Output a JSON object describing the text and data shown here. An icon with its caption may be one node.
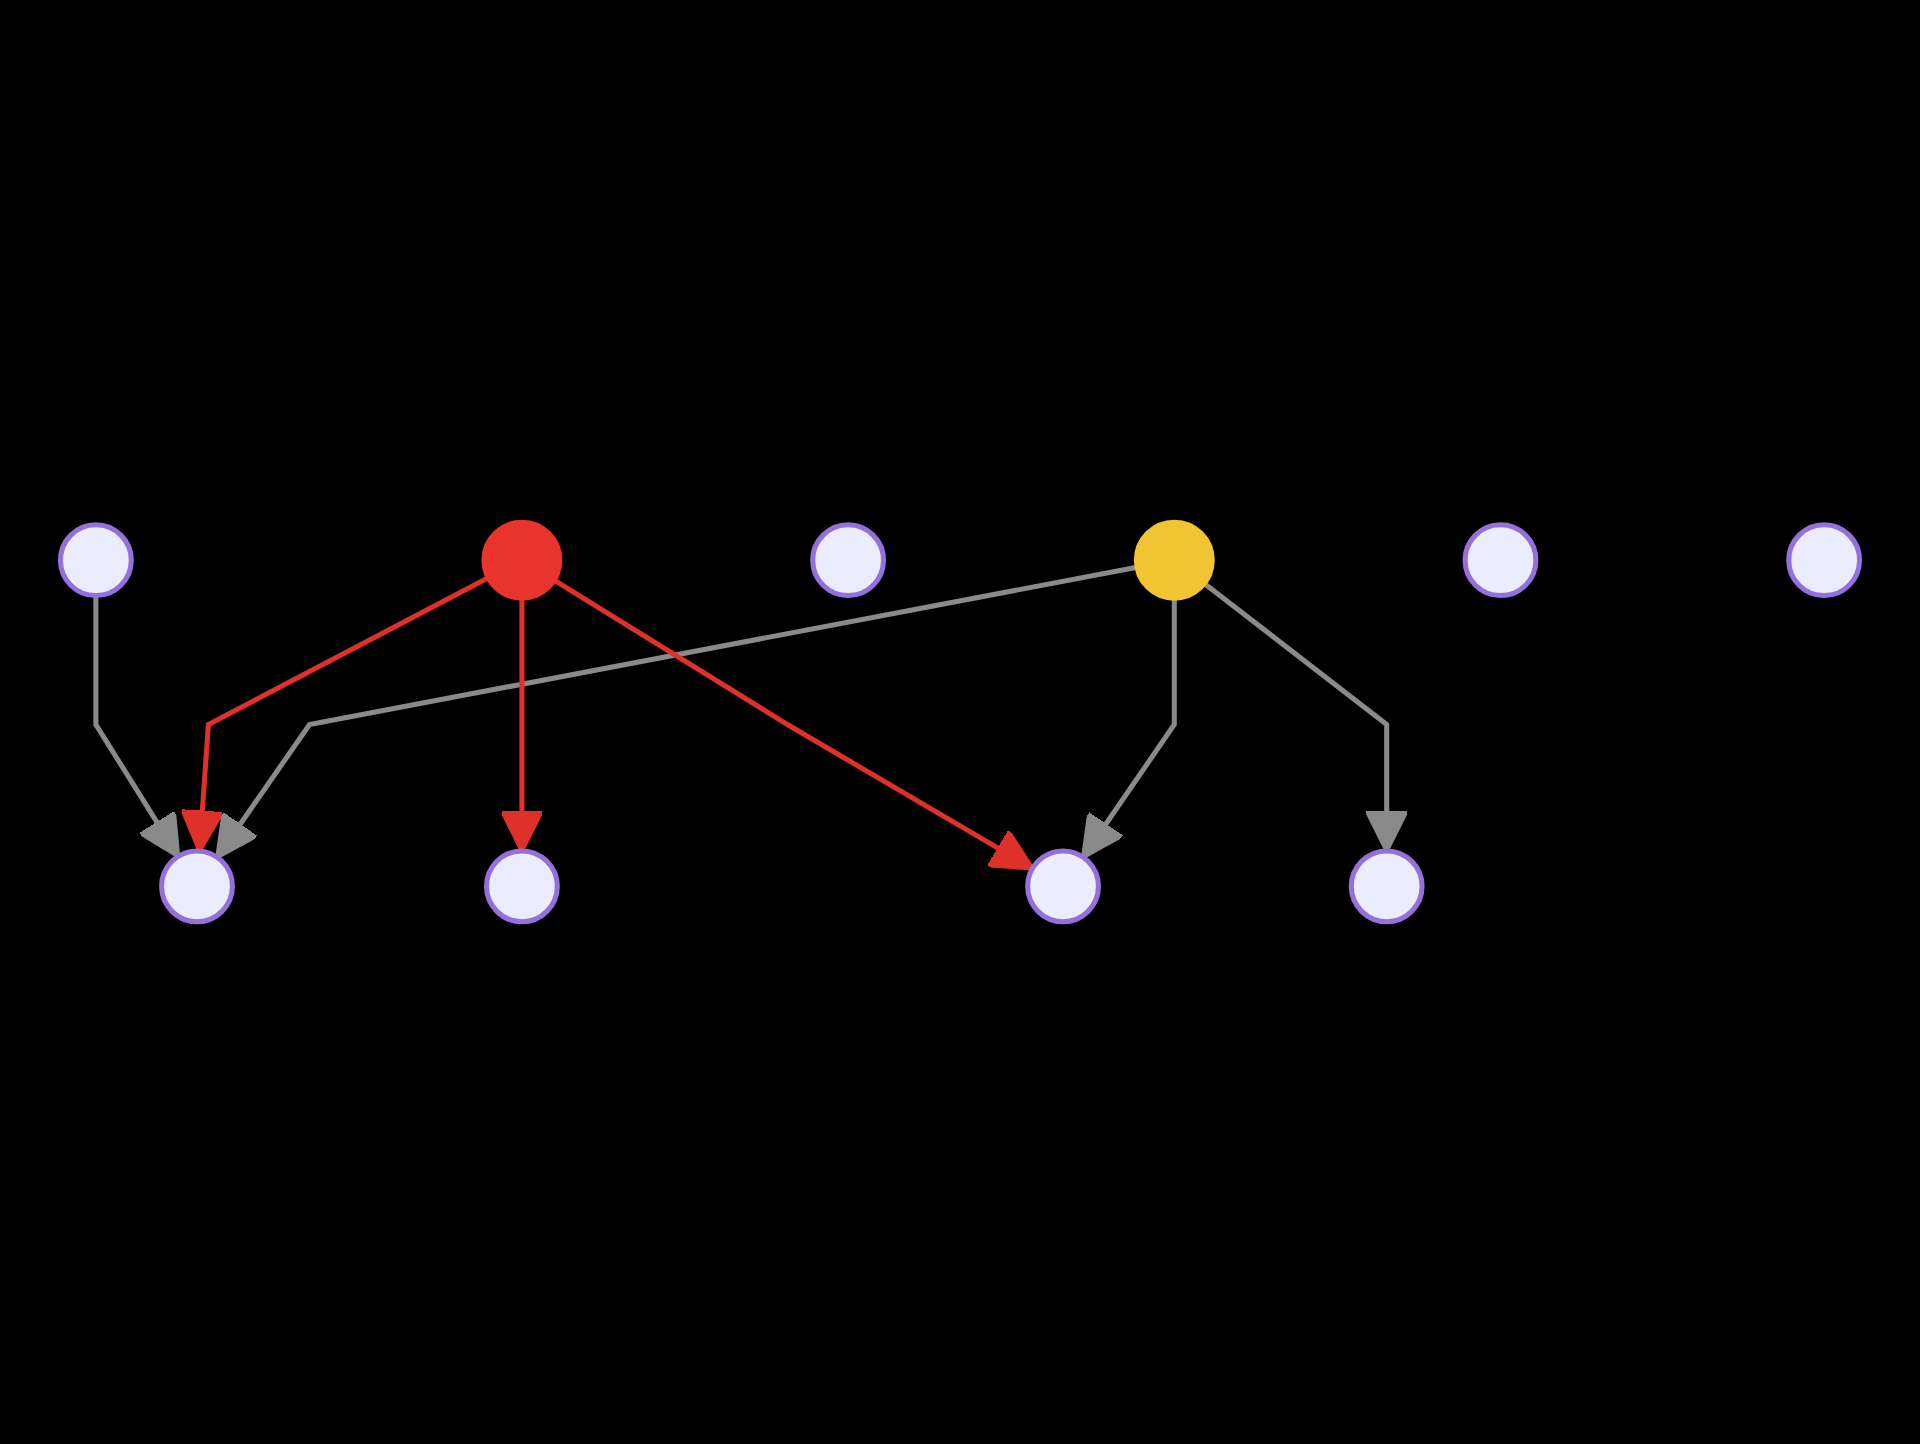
{
  "diagram": {
    "nodes": [
      {
        "text": [],
        "shape": "circle"
      },
      {
        "text": [],
        "shape": "circle"
      },
      {
        "text": [],
        "shape": "circle"
      },
      {
        "text": [],
        "shape": "circle"
      },
      {
        "text": [],
        "shape": "circle"
      },
      {
        "text": [],
        "shape": "circle"
      },
      {
        "text": [],
        "shape": "circle"
      },
      {
        "text": [],
        "shape": "circle"
      },
      {
        "text": [],
        "shape": "circle"
      },
      {
        "text": [],
        "shape": "circle"
      }
    ],
    "edges": [
      {
        "from": 0,
        "to": 1,
        "arrow": "to"
      },
      {
        "from": 2,
        "to": 1,
        "arrow": "to",
        "color": "#e0302a"
      },
      {
        "from": 4,
        "to": 1,
        "arrow": "to"
      },
      {
        "from": 2,
        "to": 5,
        "arrow": "to",
        "color": "#e0302a"
      },
      {
        "from": 4,
        "to": 6,
        "arrow": "to"
      },
      {
        "from": 2,
        "to": 8,
        "arrow": "to",
        "color": "#e0302a"
      },
      {
        "from": 4,
        "to": 8,
        "arrow": "to"
      }
    ]
  }
}
